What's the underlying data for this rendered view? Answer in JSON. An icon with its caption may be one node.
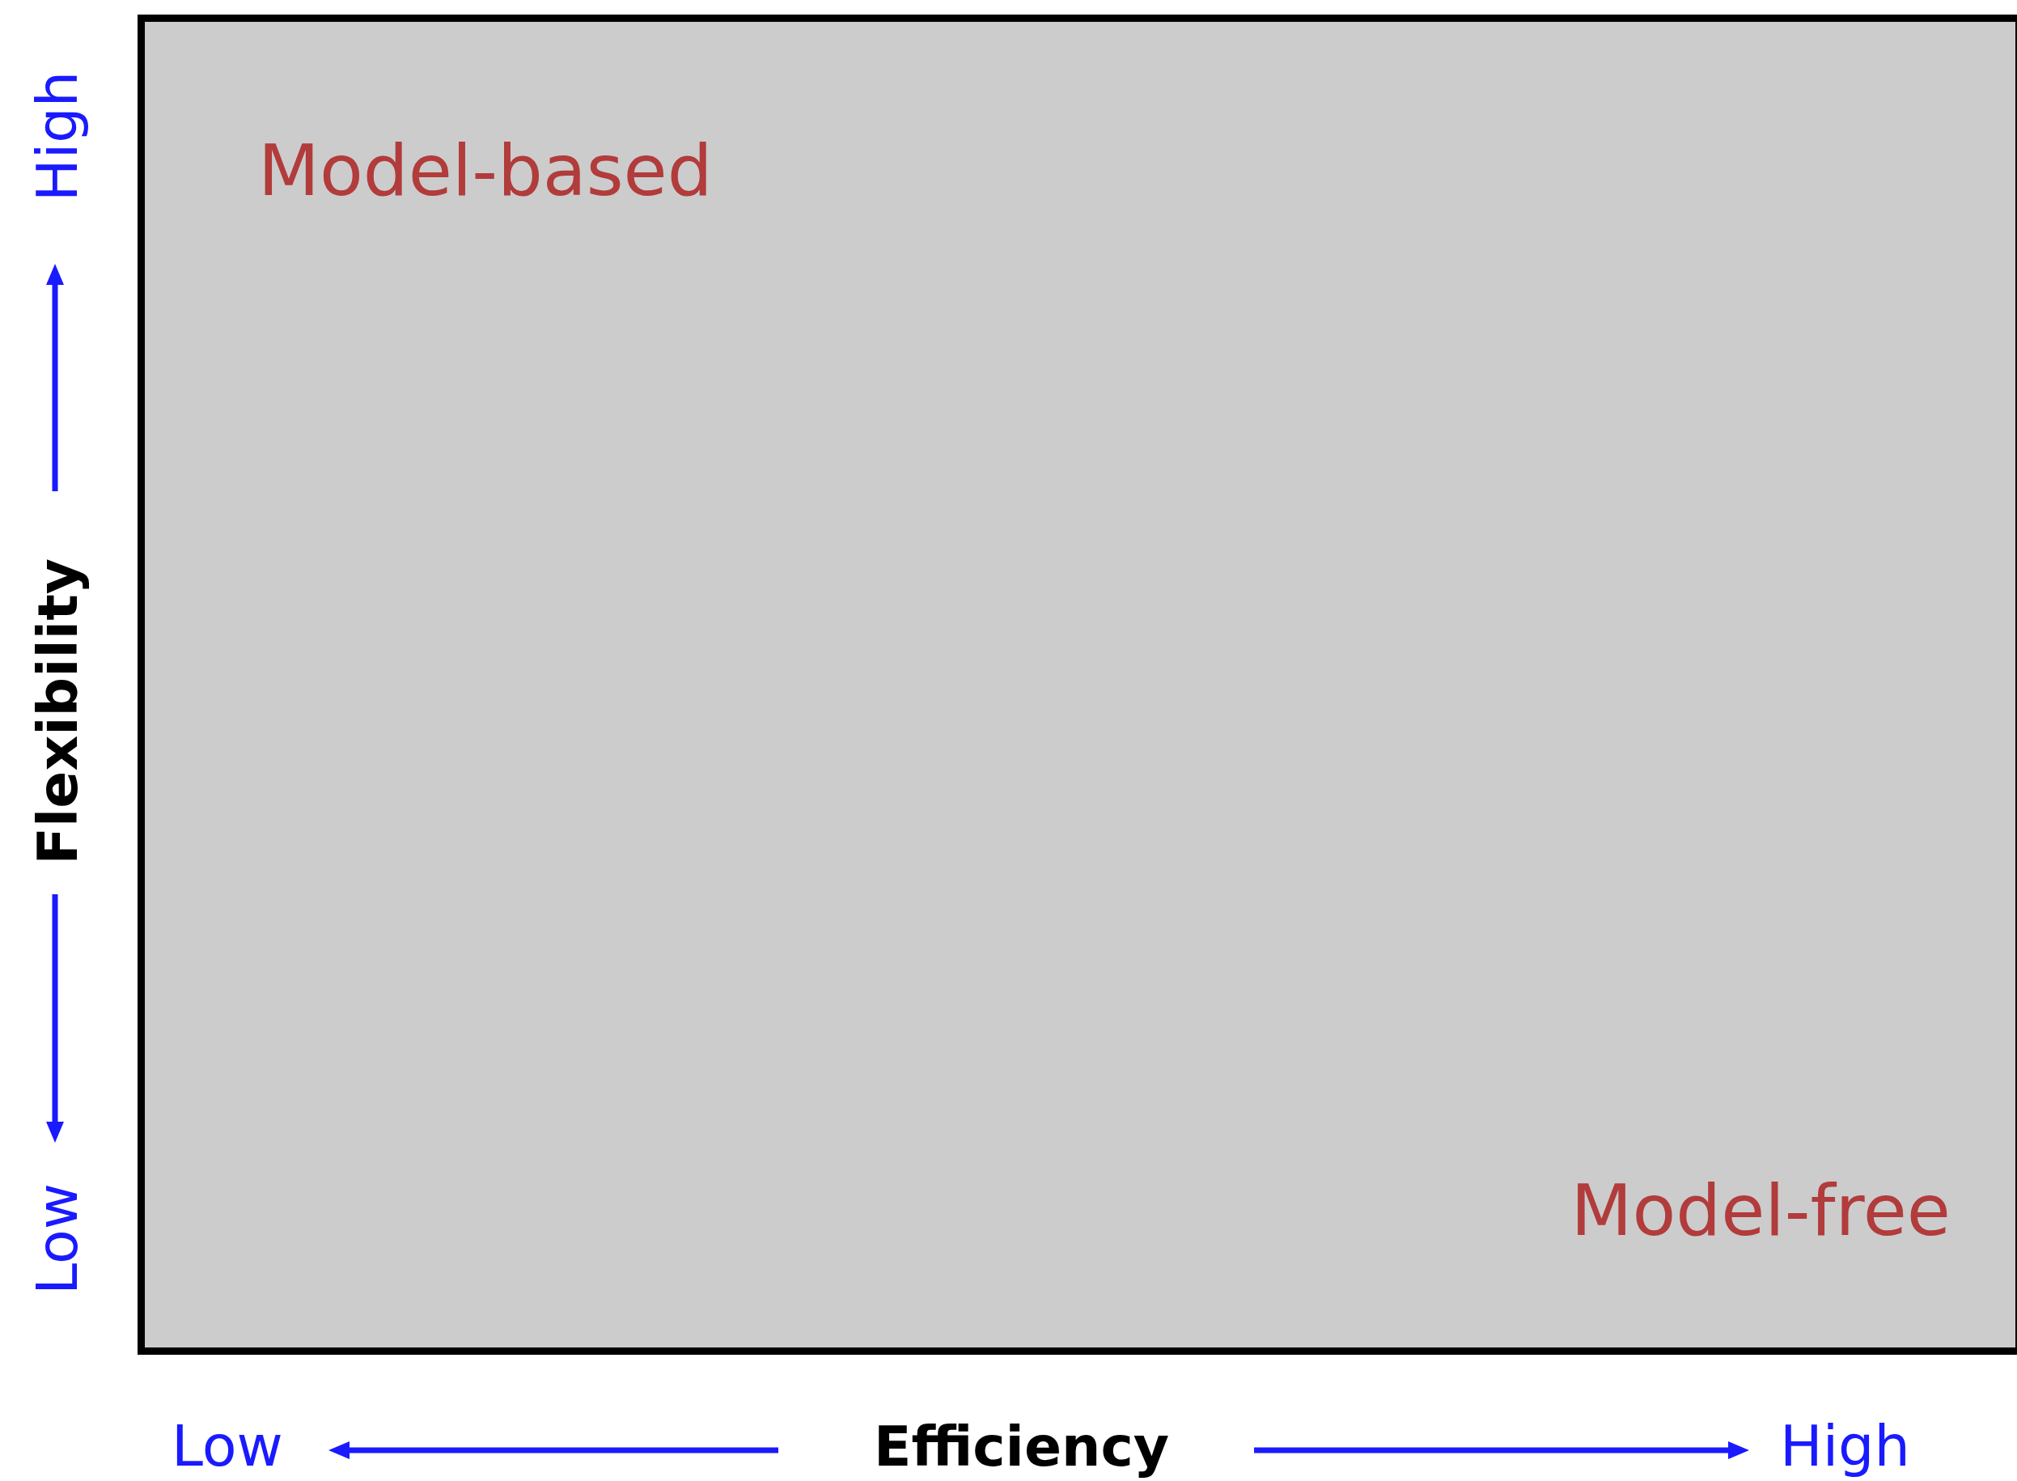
{
  "diagram": {
    "nodes": [
      {
        "text": [
          "Model-based",
          "Model-free"
        ]
      }
    ],
    "labels": [
      "High",
      "Flexibility",
      "Low",
      "Low",
      "Efficiency",
      "High"
    ]
  }
}
